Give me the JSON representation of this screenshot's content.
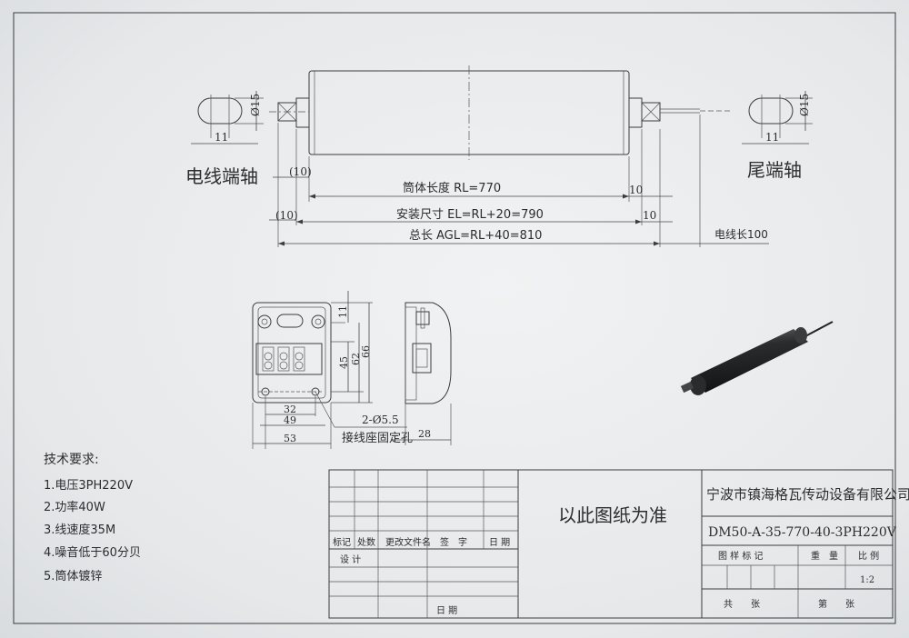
{
  "views": {
    "left_end_label": "电线端轴",
    "right_end_label": "尾端轴",
    "shaft_dia": "Ø15",
    "shaft_flat": "11",
    "offset_left_1": "(10)",
    "offset_left_2": "(10)",
    "offset_right_1": "10",
    "offset_right_2": "10",
    "tube_length": "筒体长度 RL=770",
    "install_size": "安装尺寸 EL=RL+20=790",
    "total_length": "总长 AGL=RL+40=810",
    "cable_length": "电线长100"
  },
  "terminal_box": {
    "dim_11": "11",
    "dim_45": "45",
    "dim_62": "62",
    "dim_66": "66",
    "dim_32": "32",
    "dim_49": "49",
    "dim_53": "53",
    "dim_28": "28",
    "hole_note": "2-Ø5.5",
    "hole_desc": "接线座固定孔"
  },
  "tech": {
    "title": "技术要求:",
    "items": [
      "1.电压3PH220V",
      "2.功率40W",
      "3.线速度35M",
      "4.噪音低于60分贝",
      "5.筒体镀锌"
    ]
  },
  "title_block": {
    "revision_headers": [
      "标记",
      "处数",
      "更改文件名",
      "签　字",
      "日 期"
    ],
    "design": "设  计",
    "date": "日  期",
    "note": "以此图纸为准",
    "company": "宁波市镇海格瓦传动设备有限公司",
    "model": "DM50-A-35-770-40-3PH220V",
    "col_headers": [
      "图 样 标 记",
      "重　量",
      "比 例"
    ],
    "scale": "1:2",
    "sheets_total": "共　　张",
    "sheet_no": "第　　张"
  }
}
